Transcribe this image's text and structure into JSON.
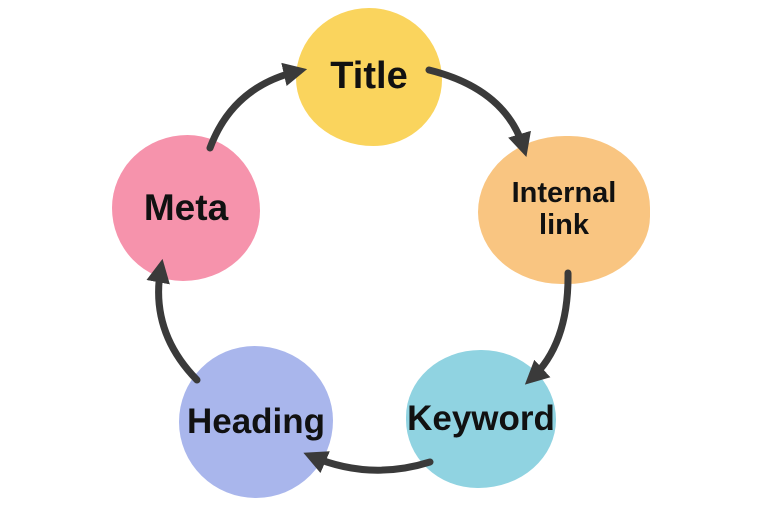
{
  "diagram": {
    "type": "cycle",
    "background": "#ffffff",
    "arrow_color": "#3a3a3a",
    "label_color": "#111111",
    "nodes": [
      {
        "id": "title",
        "label": "Title",
        "color": "#fad45d"
      },
      {
        "id": "internal-link",
        "label": "Internal link",
        "color": "#f9c581"
      },
      {
        "id": "keyword",
        "label": "Keyword",
        "color": "#90d3e1"
      },
      {
        "id": "heading",
        "label": "Heading",
        "color": "#a9b6ec"
      },
      {
        "id": "meta",
        "label": "Meta",
        "color": "#f693ac"
      }
    ],
    "edges": [
      {
        "from": "meta",
        "to": "title"
      },
      {
        "from": "title",
        "to": "internal-link"
      },
      {
        "from": "internal-link",
        "to": "keyword"
      },
      {
        "from": "keyword",
        "to": "heading"
      },
      {
        "from": "heading",
        "to": "meta"
      }
    ]
  }
}
